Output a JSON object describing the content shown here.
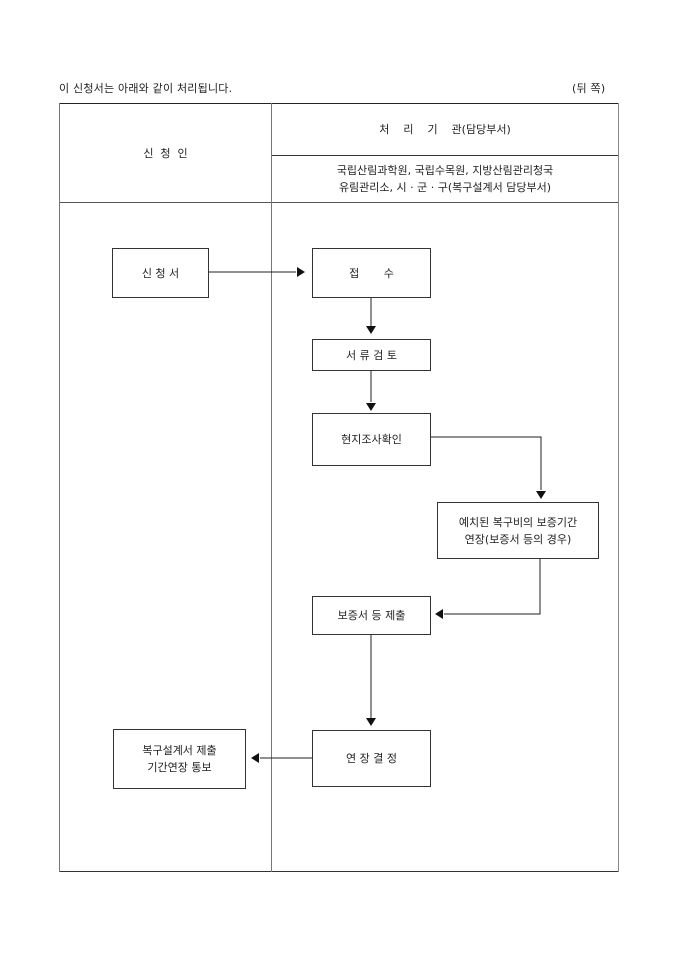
{
  "header": {
    "intro": "이 신청서는 아래와 같이 처리됩니다.",
    "side_label": "(뒤 쪽)"
  },
  "table": {
    "col_applicant": "신  청  인",
    "col_agency_title": "처    리    기    관(담당부서)",
    "col_agency_detail": "국립산림과학원, 국립수목원, 지방산림관리청국\n유림관리소, 시 · 군 · 구(복구설계서 담당부서)"
  },
  "flow": {
    "application": "신 청 서",
    "receipt": "접       수",
    "document_review": "서 류 검 토",
    "site_inspection": "현지조사확인",
    "guarantee_extension": "예치된 복구비의 보증기간\n연장(보증서 등의 경우)",
    "guarantee_submission": "보증서 등 제출",
    "extension_decision": "연 장 결 정",
    "notification": "복구설계서 제출\n기간연장 통보"
  }
}
